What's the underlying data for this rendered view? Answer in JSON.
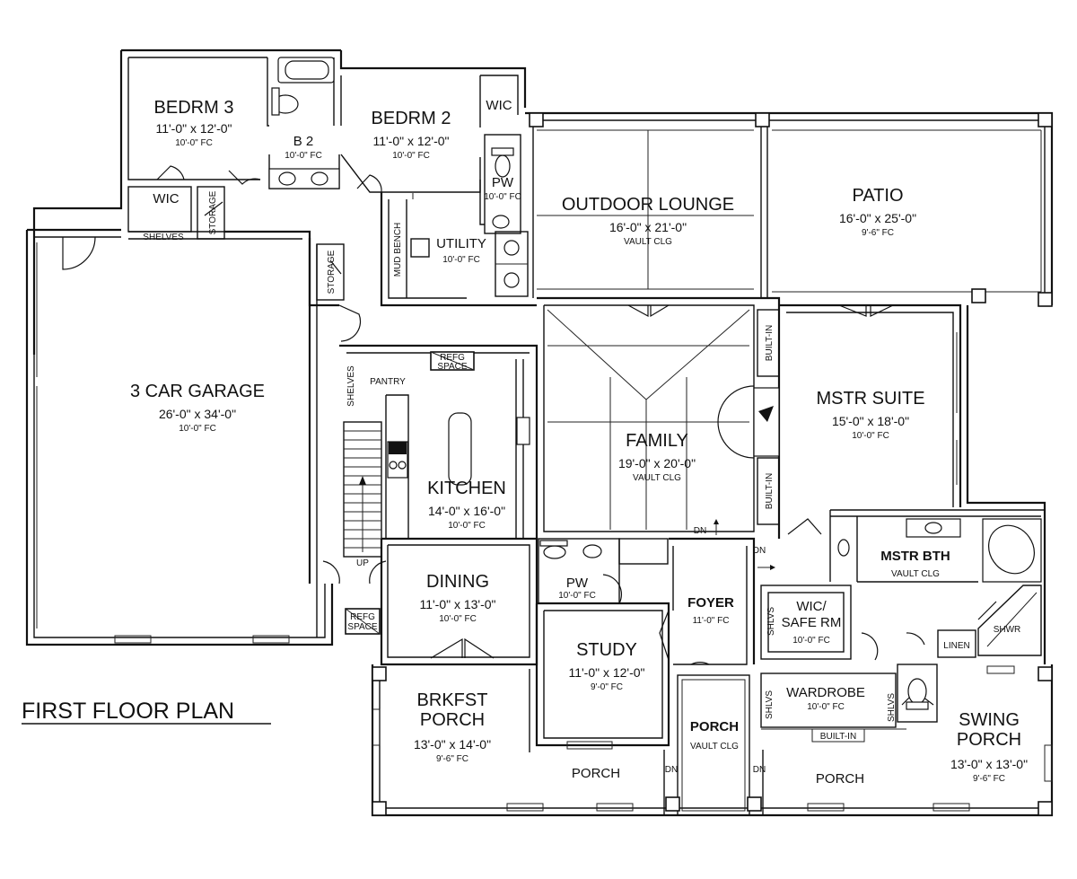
{
  "title": "FIRST FLOOR PLAN",
  "rooms": {
    "bedrm3": {
      "name": "BEDRM 3",
      "dim": "11'-0\" x 12'-0\"",
      "ceiling": "10'-0\" FC"
    },
    "b2": {
      "name": "B 2",
      "ceiling": "10'-0\" FC"
    },
    "bedrm2": {
      "name": "BEDRM 2",
      "dim": "11'-0\" x 12'-0\"",
      "ceiling": "10'-0\" FC"
    },
    "wic_top": {
      "name": "WIC"
    },
    "pw_top": {
      "name": "PW",
      "ceiling": "10'-0\" FC"
    },
    "outdoor_lounge": {
      "name": "OUTDOOR LOUNGE",
      "dim": "16'-0\" x 21'-0\"",
      "ceiling": "VAULT CLG"
    },
    "patio": {
      "name": "PATIO",
      "dim": "16'-0\" x 25'-0\"",
      "ceiling": "9'-6\" FC"
    },
    "wic_left": {
      "name": "WIC"
    },
    "shelves_top": {
      "name": "SHELVES"
    },
    "storage_1": {
      "name": "STORAGE"
    },
    "storage_2": {
      "name": "STORAGE"
    },
    "mud_bench": {
      "name": "MUD BENCH"
    },
    "utility": {
      "name": "UTILITY",
      "ceiling": "10'-0\" FC"
    },
    "garage": {
      "name": "3 CAR GARAGE",
      "dim": "26'-0\" x 34'-0\"",
      "ceiling": "10'-0\" FC"
    },
    "pantry": {
      "name": "PANTRY"
    },
    "refg_space_1": {
      "line1": "REFG",
      "line2": "SPACE"
    },
    "shelves_pantry": {
      "name": "SHELVES"
    },
    "kitchen": {
      "name": "KITCHEN",
      "dim": "14'-0\" x 16'-0\"",
      "ceiling": "10'-0\" FC"
    },
    "family": {
      "name": "FAMILY",
      "dim": "19'-0\" x 20'-0\"",
      "ceiling": "VAULT CLG"
    },
    "built_in_1": {
      "name": "BUILT-IN"
    },
    "built_in_2": {
      "name": "BUILT-IN"
    },
    "mstr_suite": {
      "name": "MSTR SUITE",
      "dim": "15'-0\" x 18'-0\"",
      "ceiling": "10'-0\" FC"
    },
    "mstr_bth": {
      "name": "MSTR BTH",
      "ceiling": "VAULT CLG"
    },
    "dining": {
      "name": "DINING",
      "dim": "11'-0\" x 13'-0\"",
      "ceiling": "10'-0\" FC"
    },
    "pw_mid": {
      "name": "PW",
      "ceiling": "10'-0\" FC"
    },
    "foyer": {
      "name": "FOYER",
      "ceiling": "11'-0\" FC"
    },
    "wic_safe": {
      "line1": "WIC/",
      "line2": "SAFE RM",
      "ceiling": "10'-0\" FC"
    },
    "shlvs_1": {
      "name": "SHLVS"
    },
    "shlvs_2": {
      "name": "SHLVS"
    },
    "shlvs_3": {
      "name": "SHLVS"
    },
    "shwr": {
      "name": "SHWR"
    },
    "linen": {
      "name": "LINEN"
    },
    "refg_space_2": {
      "line1": "REFG",
      "line2": "SPACE"
    },
    "study": {
      "name": "STUDY",
      "dim": "11'-0\" x 12'-0\"",
      "ceiling": "9'-0\" FC"
    },
    "wardrobe": {
      "name": "WARDROBE",
      "ceiling": "10'-0\" FC"
    },
    "built_in_3": {
      "name": "BUILT-IN"
    },
    "brkfst_porch": {
      "line1": "BRKFST",
      "line2": "PORCH",
      "dim": "13'-0\" x 14'-0\"",
      "ceiling": "9'-6\" FC"
    },
    "porch_center": {
      "name": "PORCH",
      "ceiling": "VAULT CLG"
    },
    "porch_left": {
      "name": "PORCH"
    },
    "porch_right": {
      "name": "PORCH"
    },
    "swing_porch": {
      "line1": "SWING",
      "line2": "PORCH",
      "dim": "13'-0\" x 13'-0\"",
      "ceiling": "9'-6\" FC"
    }
  },
  "markers": {
    "up": "UP",
    "dn": "DN"
  }
}
